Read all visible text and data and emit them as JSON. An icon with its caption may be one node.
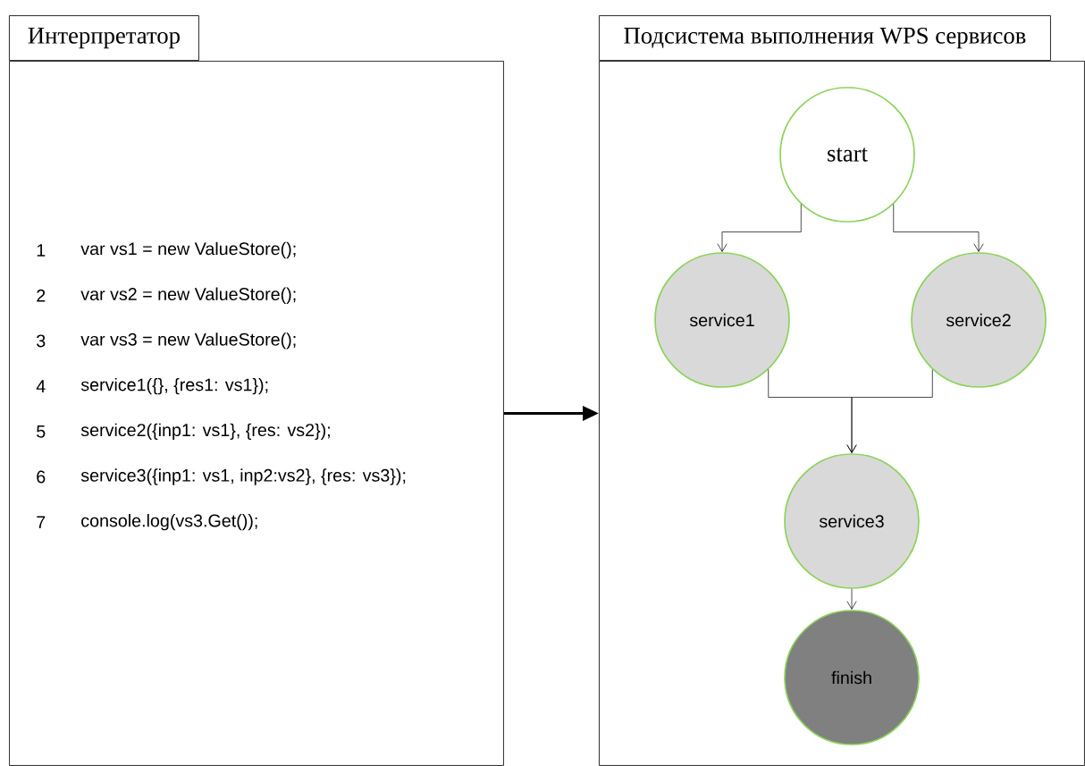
{
  "diagram": {
    "nodes": [
      {
        "text": [
          "Интерпретатор"
        ]
      },
      {
        "text": [
          "Подсистема выполнения WPS сервисов"
        ]
      },
      {
        "text": [
          "start"
        ],
        "in": 1
      },
      {
        "text": [
          "service1"
        ],
        "in": 1
      },
      {
        "text": [
          "service2"
        ],
        "in": 1
      },
      {
        "text": [
          "service3"
        ],
        "in": 1
      },
      {
        "text": [
          "finish"
        ],
        "in": 1
      }
    ],
    "edges": [
      {
        "from": 0,
        "to": 1,
        "arrow": "to",
        "style": "thick"
      },
      {
        "from": 2,
        "to": 3,
        "arrow": "to"
      },
      {
        "from": 2,
        "to": 4,
        "arrow": "to"
      },
      {
        "from": 3,
        "to": 5,
        "arrow": "to"
      },
      {
        "from": 4,
        "to": 5,
        "arrow": "to"
      },
      {
        "from": 5,
        "to": 6,
        "arrow": "to"
      }
    ],
    "labels": [
      "1",
      "var vs1 = new ValueStore();",
      "2",
      "var vs2 = new ValueStore();",
      "3",
      "var vs3 = new ValueStore();",
      "4",
      "service1({}, {res1: vs1});",
      "5",
      "service2({inp1: vs1}, {res: vs2});",
      "6",
      "service3({inp1: vs1, inp2:vs2}, {res: vs3});",
      "7",
      "console.log(vs3.Get());"
    ]
  }
}
